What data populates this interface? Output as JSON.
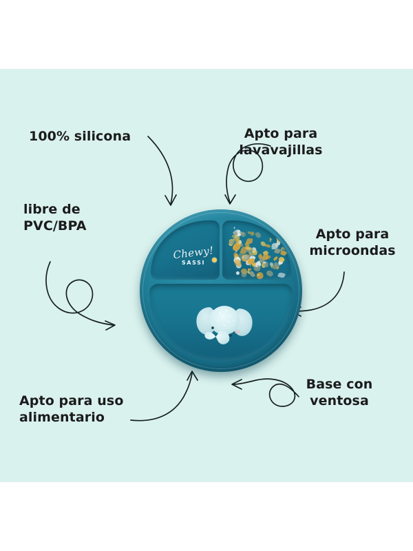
{
  "page": {
    "background_color": "#ffffff",
    "panel_color": "#daf2ee",
    "text_color": "#1b1b1b",
    "arrow_color": "#15201f"
  },
  "features": [
    {
      "id": "silicona",
      "label": "100% silicona",
      "position": "top-left"
    },
    {
      "id": "lavavajillas",
      "label": "Apto para\nlavavajillas",
      "position": "top-right"
    },
    {
      "id": "pvc-bpa",
      "label": "libre de\nPVC/BPA",
      "position": "left"
    },
    {
      "id": "microondas",
      "label": "Apto para\nmicroondas",
      "position": "right"
    },
    {
      "id": "alimentario",
      "label": "Apto para uso\nalimentario",
      "position": "bottom-left"
    },
    {
      "id": "ventosa",
      "label": "Base con\nventosa",
      "position": "bottom-right"
    }
  ],
  "product": {
    "name": "plato-silicona-3-compartimentos",
    "brand_script": "Chewy!",
    "brand_name": "SASSI",
    "plate_color": "#1f7f99",
    "rim_color": "#2f93ac",
    "compartments": [
      {
        "id": "compartment-top-left",
        "content": "brand-logo"
      },
      {
        "id": "compartment-top-right",
        "content": "floral-pattern"
      },
      {
        "id": "compartment-bottom",
        "content": "elephant-illustration"
      }
    ],
    "illustration": "elephant",
    "pattern_colors": [
      "#e9c65a",
      "#8d9d86",
      "#f0f5f2",
      "#d9a63e"
    ],
    "elephant_color": "#d7eff1"
  }
}
